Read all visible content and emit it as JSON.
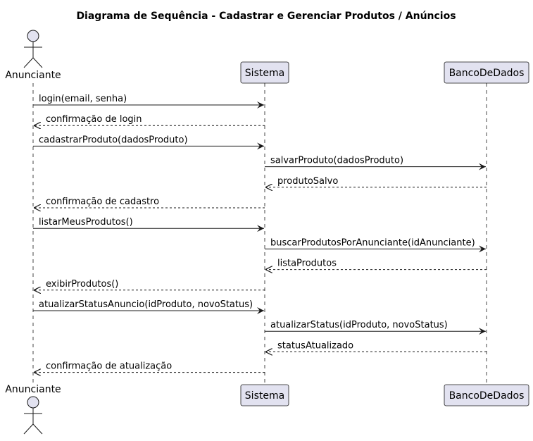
{
  "title": "Diagrama de Sequência - Cadastrar e Gerenciar Produtos / Anúncios",
  "colors": {
    "participant_fill": "#e2e2f0",
    "participant_stroke": "#181818",
    "lifeline": "#181818",
    "arrow": "#181818"
  },
  "participants": [
    {
      "id": "anunciante",
      "label": "Anunciante",
      "kind": "actor"
    },
    {
      "id": "sistema",
      "label": "Sistema",
      "kind": "box"
    },
    {
      "id": "banco",
      "label": "BancoDeDados",
      "kind": "box"
    }
  ],
  "messages": [
    {
      "from": "anunciante",
      "to": "sistema",
      "label": "login(email, senha)",
      "style": "solid"
    },
    {
      "from": "sistema",
      "to": "anunciante",
      "label": "confirmação de login",
      "style": "dashed"
    },
    {
      "from": "anunciante",
      "to": "sistema",
      "label": "cadastrarProduto(dadosProduto)",
      "style": "solid"
    },
    {
      "from": "sistema",
      "to": "banco",
      "label": "salvarProduto(dadosProduto)",
      "style": "solid"
    },
    {
      "from": "banco",
      "to": "sistema",
      "label": "produtoSalvo",
      "style": "dashed"
    },
    {
      "from": "sistema",
      "to": "anunciante",
      "label": "confirmação de cadastro",
      "style": "dashed"
    },
    {
      "from": "anunciante",
      "to": "sistema",
      "label": "listarMeusProdutos()",
      "style": "solid"
    },
    {
      "from": "sistema",
      "to": "banco",
      "label": "buscarProdutosPorAnunciante(idAnunciante)",
      "style": "solid"
    },
    {
      "from": "banco",
      "to": "sistema",
      "label": "listaProdutos",
      "style": "dashed"
    },
    {
      "from": "sistema",
      "to": "anunciante",
      "label": "exibirProdutos()",
      "style": "dashed"
    },
    {
      "from": "anunciante",
      "to": "sistema",
      "label": "atualizarStatusAnuncio(idProduto, novoStatus)",
      "style": "solid"
    },
    {
      "from": "sistema",
      "to": "banco",
      "label": "atualizarStatus(idProduto, novoStatus)",
      "style": "solid"
    },
    {
      "from": "banco",
      "to": "sistema",
      "label": "statusAtualizado",
      "style": "dashed"
    },
    {
      "from": "sistema",
      "to": "anunciante",
      "label": "confirmação de atualização",
      "style": "dashed"
    }
  ]
}
